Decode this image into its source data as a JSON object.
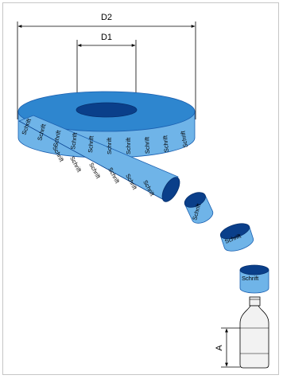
{
  "dimensions": {
    "d2": "D2",
    "d1": "D1",
    "a": "A"
  },
  "label_text": "Schrift",
  "colors": {
    "sleeve_light": "#6fb4e8",
    "sleeve_mid": "#2e86cf",
    "sleeve_dark": "#0a3f8a",
    "sleeve_inner": "#1a5fb0",
    "bottle_fill": "#f2f2f2",
    "outline": "#000000"
  }
}
